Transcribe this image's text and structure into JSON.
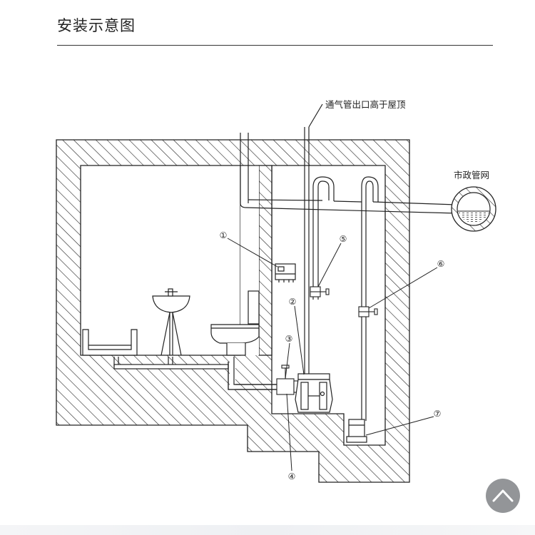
{
  "page": {
    "title": "安装示意图"
  },
  "labels": {
    "vent": "通气管出口高于屋顶",
    "municipal": "市政管网"
  },
  "callouts": [
    "①",
    "②",
    "③",
    "④",
    "⑤",
    "⑥",
    "⑦"
  ],
  "icons": {
    "back_to_top": "chevron-up-icon"
  }
}
